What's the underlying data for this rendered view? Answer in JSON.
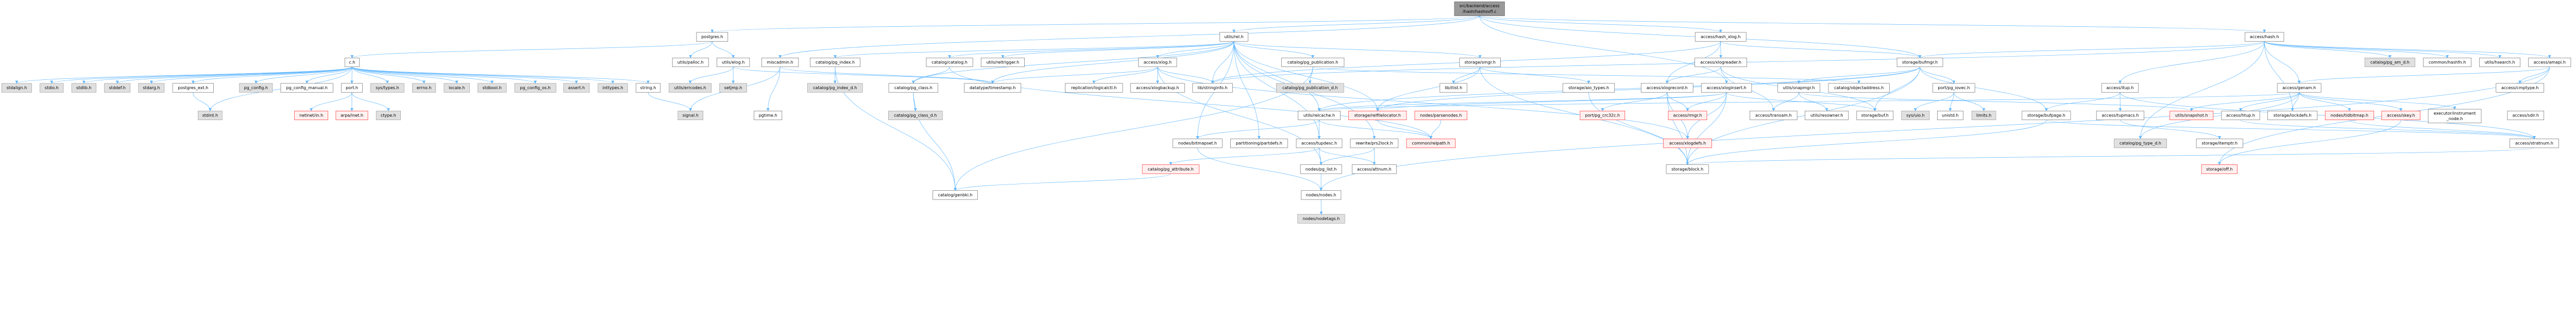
{
  "graph": {
    "edge_color": "#63b8ff",
    "nodes": [
      {
        "label": "src/backend/access",
        "label2": "/hash/hashovfl.c",
        "kind": "root"
      },
      {
        "label": "postgres.h",
        "kind": "white"
      },
      {
        "label": "c.h",
        "kind": "white"
      },
      {
        "label": "utils/palloc.h",
        "kind": "white"
      },
      {
        "label": "utils/elog.h",
        "kind": "white"
      },
      {
        "label": "stdalign.h",
        "kind": "gray"
      },
      {
        "label": "stdio.h",
        "kind": "gray"
      },
      {
        "label": "stdlib.h",
        "kind": "gray"
      },
      {
        "label": "stddef.h",
        "kind": "gray"
      },
      {
        "label": "stdarg.h",
        "kind": "gray"
      },
      {
        "label": "postgres_ext.h",
        "kind": "white"
      },
      {
        "label": "pg_config.h",
        "kind": "gray"
      },
      {
        "label": "pg_config_manual.h",
        "kind": "white"
      },
      {
        "label": "port.h",
        "kind": "white"
      },
      {
        "label": "sys/types.h",
        "kind": "gray"
      },
      {
        "label": "errno.h",
        "kind": "gray"
      },
      {
        "label": "locale.h",
        "kind": "gray"
      },
      {
        "label": "stdbool.h",
        "kind": "gray"
      },
      {
        "label": "pg_config_os.h",
        "kind": "gray"
      },
      {
        "label": "assert.h",
        "kind": "gray"
      },
      {
        "label": "inttypes.h",
        "kind": "gray"
      },
      {
        "label": "string.h",
        "kind": "white"
      },
      {
        "label": "utils/errcodes.h",
        "kind": "gray"
      },
      {
        "label": "setjmp.h",
        "kind": "gray"
      },
      {
        "label": "stdint.h",
        "kind": "gray"
      },
      {
        "label": "netinet/in.h",
        "kind": "red"
      },
      {
        "label": "arpa/inet.h",
        "kind": "red"
      },
      {
        "label": "ctype.h",
        "kind": "gray"
      },
      {
        "label": "signal.h",
        "kind": "gray"
      },
      {
        "label": "miscadmin.h",
        "kind": "white"
      },
      {
        "label": "catalog/pg_index.h",
        "kind": "white"
      },
      {
        "label": "catalog/catalog.h",
        "kind": "white"
      },
      {
        "label": "utils/reltrigger.h",
        "kind": "white"
      },
      {
        "label": "catalog/pg_index_d.h",
        "kind": "gray"
      },
      {
        "label": "catalog/pg_class.h",
        "kind": "white"
      },
      {
        "label": "datatype/timestamp.h",
        "kind": "white"
      },
      {
        "label": "pgtime.h",
        "kind": "white"
      },
      {
        "label": "catalog/pg_class_d.h",
        "kind": "gray"
      },
      {
        "label": "catalog/genbki.h",
        "kind": "white"
      },
      {
        "label": "utils/rel.h",
        "kind": "white"
      },
      {
        "label": "access/xlog.h",
        "kind": "white"
      },
      {
        "label": "catalog/pg_publication.h",
        "kind": "white"
      },
      {
        "label": "replication/logicalctl.h",
        "kind": "white"
      },
      {
        "label": "access/xlogbackup.h",
        "kind": "white"
      },
      {
        "label": "lib/stringinfo.h",
        "kind": "white"
      },
      {
        "label": "catalog/pg_publication_d.h",
        "kind": "gray"
      },
      {
        "label": "utils/relcache.h",
        "kind": "white"
      },
      {
        "label": "storage/relfilelocator.h",
        "kind": "red"
      },
      {
        "label": "nodes/parsenodes.h",
        "kind": "red"
      },
      {
        "label": "nodes/bitmapset.h",
        "kind": "white"
      },
      {
        "label": "partitioning/partdefs.h",
        "kind": "white"
      },
      {
        "label": "access/tupdesc.h",
        "kind": "white"
      },
      {
        "label": "rewrite/prs2lock.h",
        "kind": "white"
      },
      {
        "label": "common/relpath.h",
        "kind": "red"
      },
      {
        "label": "catalog/pg_attribute.h",
        "kind": "red"
      },
      {
        "label": "nodes/pg_list.h",
        "kind": "white"
      },
      {
        "label": "access/attnum.h",
        "kind": "white"
      },
      {
        "label": "nodes/nodes.h",
        "kind": "white"
      },
      {
        "label": "nodes/nodetags.h",
        "kind": "gray"
      },
      {
        "label": "access/hash_xlog.h",
        "kind": "white"
      },
      {
        "label": "storage/smgr.h",
        "kind": "white"
      },
      {
        "label": "access/xlogreader.h",
        "kind": "white"
      },
      {
        "label": "storage/bufmgr.h",
        "kind": "white"
      },
      {
        "label": "lib/ilist.h",
        "kind": "white"
      },
      {
        "label": "storage/aio_types.h",
        "kind": "white"
      },
      {
        "label": "access/xlogrecord.h",
        "kind": "white"
      },
      {
        "label": "access/xloginsert.h",
        "kind": "white"
      },
      {
        "label": "utils/snapmgr.h",
        "kind": "white"
      },
      {
        "label": "catalog/objectaddress.h",
        "kind": "white"
      },
      {
        "label": "port/pg_iovec.h",
        "kind": "white"
      },
      {
        "label": "port/pg_crc32c.h",
        "kind": "red"
      },
      {
        "label": "access/rmgr.h",
        "kind": "red"
      },
      {
        "label": "access/transam.h",
        "kind": "white"
      },
      {
        "label": "utils/resowner.h",
        "kind": "white"
      },
      {
        "label": "storage/buf.h",
        "kind": "white"
      },
      {
        "label": "sys/uio.h",
        "kind": "gray"
      },
      {
        "label": "unistd.h",
        "kind": "white"
      },
      {
        "label": "limits.h",
        "kind": "gray"
      },
      {
        "label": "storage/bufpage.h",
        "kind": "white"
      },
      {
        "label": "access/xlogdefs.h",
        "kind": "red"
      },
      {
        "label": "storage/block.h",
        "kind": "white"
      },
      {
        "label": "access/hash.h",
        "kind": "white"
      },
      {
        "label": "catalog/pg_am_d.h",
        "kind": "gray"
      },
      {
        "label": "common/hashfn.h",
        "kind": "white"
      },
      {
        "label": "utils/hsearch.h",
        "kind": "white"
      },
      {
        "label": "access/amapi.h",
        "kind": "white"
      },
      {
        "label": "access/itup.h",
        "kind": "white"
      },
      {
        "label": "access/genam.h",
        "kind": "white"
      },
      {
        "label": "access/cmptype.h",
        "kind": "white"
      },
      {
        "label": "access/tupmacs.h",
        "kind": "white"
      },
      {
        "label": "utils/snapshot.h",
        "kind": "red"
      },
      {
        "label": "access/htup.h",
        "kind": "white"
      },
      {
        "label": "storage/lockdefs.h",
        "kind": "white"
      },
      {
        "label": "nodes/tidbitmap.h",
        "kind": "red"
      },
      {
        "label": "access/skey.h",
        "kind": "red"
      },
      {
        "label": "executor/instrument",
        "label2": "_node.h",
        "kind": "white"
      },
      {
        "label": "access/sdir.h",
        "kind": "white"
      },
      {
        "label": "catalog/pg_type_d.h",
        "kind": "gray"
      },
      {
        "label": "storage/itemptr.h",
        "kind": "white"
      },
      {
        "label": "access/stratnum.h",
        "kind": "white"
      },
      {
        "label": "storage/off.h",
        "kind": "red"
      }
    ],
    "edges": [
      [
        0,
        1
      ],
      [
        0,
        81
      ],
      [
        0,
        59
      ],
      [
        0,
        29
      ],
      [
        0,
        39
      ],
      [
        0,
        66
      ],
      [
        0,
        62
      ],
      [
        1,
        2
      ],
      [
        1,
        3
      ],
      [
        1,
        4
      ],
      [
        2,
        5
      ],
      [
        2,
        6
      ],
      [
        2,
        7
      ],
      [
        2,
        8
      ],
      [
        2,
        9
      ],
      [
        2,
        10
      ],
      [
        2,
        11
      ],
      [
        2,
        12
      ],
      [
        2,
        13
      ],
      [
        2,
        24
      ],
      [
        2,
        14
      ],
      [
        2,
        15
      ],
      [
        2,
        16
      ],
      [
        2,
        17
      ],
      [
        2,
        18
      ],
      [
        2,
        19
      ],
      [
        2,
        20
      ],
      [
        2,
        21
      ],
      [
        10,
        24
      ],
      [
        13,
        25
      ],
      [
        13,
        26
      ],
      [
        13,
        27
      ],
      [
        21,
        28
      ],
      [
        4,
        22
      ],
      [
        4,
        23
      ],
      [
        4,
        35
      ],
      [
        29,
        28
      ],
      [
        29,
        36
      ],
      [
        29,
        35
      ],
      [
        30,
        33
      ],
      [
        30,
        38
      ],
      [
        31,
        34
      ],
      [
        31,
        53
      ],
      [
        34,
        37
      ],
      [
        34,
        38
      ],
      [
        39,
        40
      ],
      [
        39,
        41
      ],
      [
        39,
        46
      ],
      [
        39,
        51
      ],
      [
        39,
        44
      ],
      [
        39,
        34
      ],
      [
        39,
        30
      ],
      [
        39,
        31
      ],
      [
        39,
        32
      ],
      [
        39,
        60
      ],
      [
        39,
        47
      ],
      [
        39,
        50
      ],
      [
        39,
        49
      ],
      [
        39,
        52
      ],
      [
        39,
        35
      ],
      [
        40,
        42
      ],
      [
        40,
        43
      ],
      [
        40,
        44
      ],
      [
        40,
        79
      ],
      [
        40,
        35
      ],
      [
        40,
        55
      ],
      [
        41,
        45
      ],
      [
        41,
        38
      ],
      [
        41,
        68
      ],
      [
        46,
        49
      ],
      [
        46,
        51
      ],
      [
        46,
        53
      ],
      [
        51,
        54
      ],
      [
        51,
        55
      ],
      [
        51,
        56
      ],
      [
        52,
        55
      ],
      [
        52,
        56
      ],
      [
        55,
        57
      ],
      [
        49,
        57
      ],
      [
        57,
        58
      ],
      [
        47,
        53
      ],
      [
        48,
        53
      ],
      [
        54,
        38
      ],
      [
        60,
        63
      ],
      [
        60,
        64
      ],
      [
        60,
        80
      ],
      [
        60,
        47
      ],
      [
        64,
        80
      ],
      [
        59,
        61
      ],
      [
        59,
        65
      ],
      [
        59,
        62
      ],
      [
        59,
        44
      ],
      [
        61,
        65
      ],
      [
        61,
        72
      ],
      [
        61,
        74
      ],
      [
        65,
        70
      ],
      [
        65,
        71
      ],
      [
        65,
        79
      ],
      [
        65,
        80
      ],
      [
        66,
        71
      ],
      [
        66,
        79
      ],
      [
        66,
        80
      ],
      [
        66,
        74
      ],
      [
        66,
        46
      ],
      [
        66,
        47
      ],
      [
        62,
        67
      ],
      [
        62,
        69
      ],
      [
        62,
        74
      ],
      [
        62,
        78
      ],
      [
        62,
        47
      ],
      [
        62,
        46
      ],
      [
        62,
        80
      ],
      [
        67,
        72
      ],
      [
        67,
        73
      ],
      [
        67,
        90
      ],
      [
        69,
        75
      ],
      [
        69,
        76
      ],
      [
        69,
        77
      ],
      [
        78,
        80
      ],
      [
        78,
        101
      ],
      [
        78,
        99
      ],
      [
        81,
        86
      ],
      [
        81,
        87
      ],
      [
        81,
        92
      ],
      [
        81,
        82
      ],
      [
        81,
        83
      ],
      [
        81,
        84
      ],
      [
        81,
        85
      ],
      [
        81,
        62
      ],
      [
        81,
        97
      ],
      [
        81,
        44
      ],
      [
        86,
        89
      ],
      [
        86,
        99
      ],
      [
        86,
        78
      ],
      [
        89,
        98
      ],
      [
        91,
        99
      ],
      [
        99,
        101
      ],
      [
        99,
        80
      ],
      [
        87,
        90
      ],
      [
        87,
        91
      ],
      [
        87,
        92
      ],
      [
        87,
        93
      ],
      [
        87,
        94
      ],
      [
        87,
        95
      ],
      [
        87,
        97
      ],
      [
        87,
        46
      ],
      [
        93,
        99
      ],
      [
        94,
        100
      ],
      [
        94,
        101
      ],
      [
        85,
        88
      ],
      [
        85,
        100
      ],
      [
        85,
        87
      ],
      [
        85,
        57
      ]
    ]
  }
}
